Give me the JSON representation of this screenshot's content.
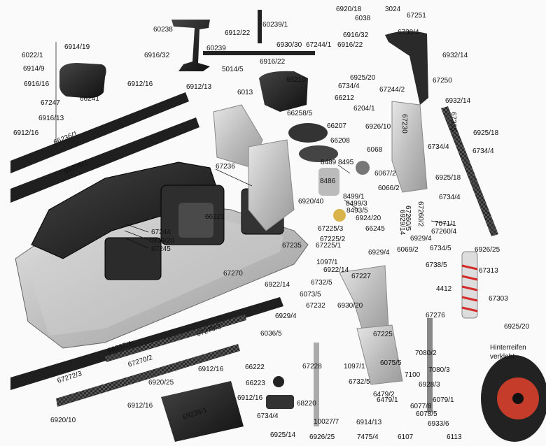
{
  "callouts": [
    "6920/18",
    "3024",
    "6038",
    "67251",
    "6738/4",
    "60238",
    "60239/1",
    "6912/22",
    "6022/1",
    "6914/19",
    "6914/9",
    "6916/32",
    "60239",
    "6930/30",
    "67244/1",
    "6916/22",
    "6916/32",
    "6932/14",
    "5014/5",
    "6916/22",
    "66210",
    "6925/20",
    "6734/4",
    "67244/2",
    "67250",
    "66241",
    "6916/16",
    "6912/16",
    "6912/13",
    "6013",
    "66212",
    "6932/14",
    "67247",
    "6204/1",
    "67335",
    "66258/5",
    "66207",
    "6926/10",
    "6916/13",
    "6925/18",
    "6912/16",
    "66236/1",
    "66208",
    "67230",
    "6734/4",
    "6734/4",
    "6068",
    "8489",
    "8495",
    "66235/1",
    "67236",
    "6067/2",
    "8486",
    "6066/2",
    "6925/18",
    "8499/1",
    "8499/3",
    "6734/4",
    "6920/40",
    "8493/5",
    "6924/20",
    "67260/2",
    "66221",
    "67260/5",
    "6929/14",
    "7071/1",
    "67225/3",
    "66245",
    "67244",
    "6929/20",
    "67260/4",
    "67245",
    "67225/2",
    "6929/4",
    "67235",
    "67225/1",
    "6926/25",
    "6929/4",
    "6069/2",
    "6734/5",
    "1097/1",
    "6922/14",
    "6738/5",
    "67313",
    "67270",
    "67227",
    "6922/14",
    "6732/5",
    "4412",
    "6073/5",
    "67303",
    "67232",
    "6930/20",
    "6929/4",
    "67276",
    "6036/5",
    "67225",
    "67270/3",
    "6925/20",
    "66237/1",
    "7080/2",
    "67270/2",
    "6912/16",
    "66222",
    "67228",
    "1097/1",
    "6075/5",
    "67272/3",
    "7100",
    "7080/3",
    "6920/25",
    "6732/5",
    "6928/3",
    "66223",
    "68220",
    "6479/2",
    "6079/1",
    "6479/1",
    "6912/16",
    "6077/8",
    "6920/10",
    "6912/16",
    "69238/1",
    "6734/4",
    "6078/5",
    "10027/7",
    "6914/13",
    "6933/6",
    "6925/14",
    "6926/25",
    "7475/4",
    "6107",
    "6113"
  ],
  "note": [
    "Hinterreifen",
    "verklebt"
  ]
}
